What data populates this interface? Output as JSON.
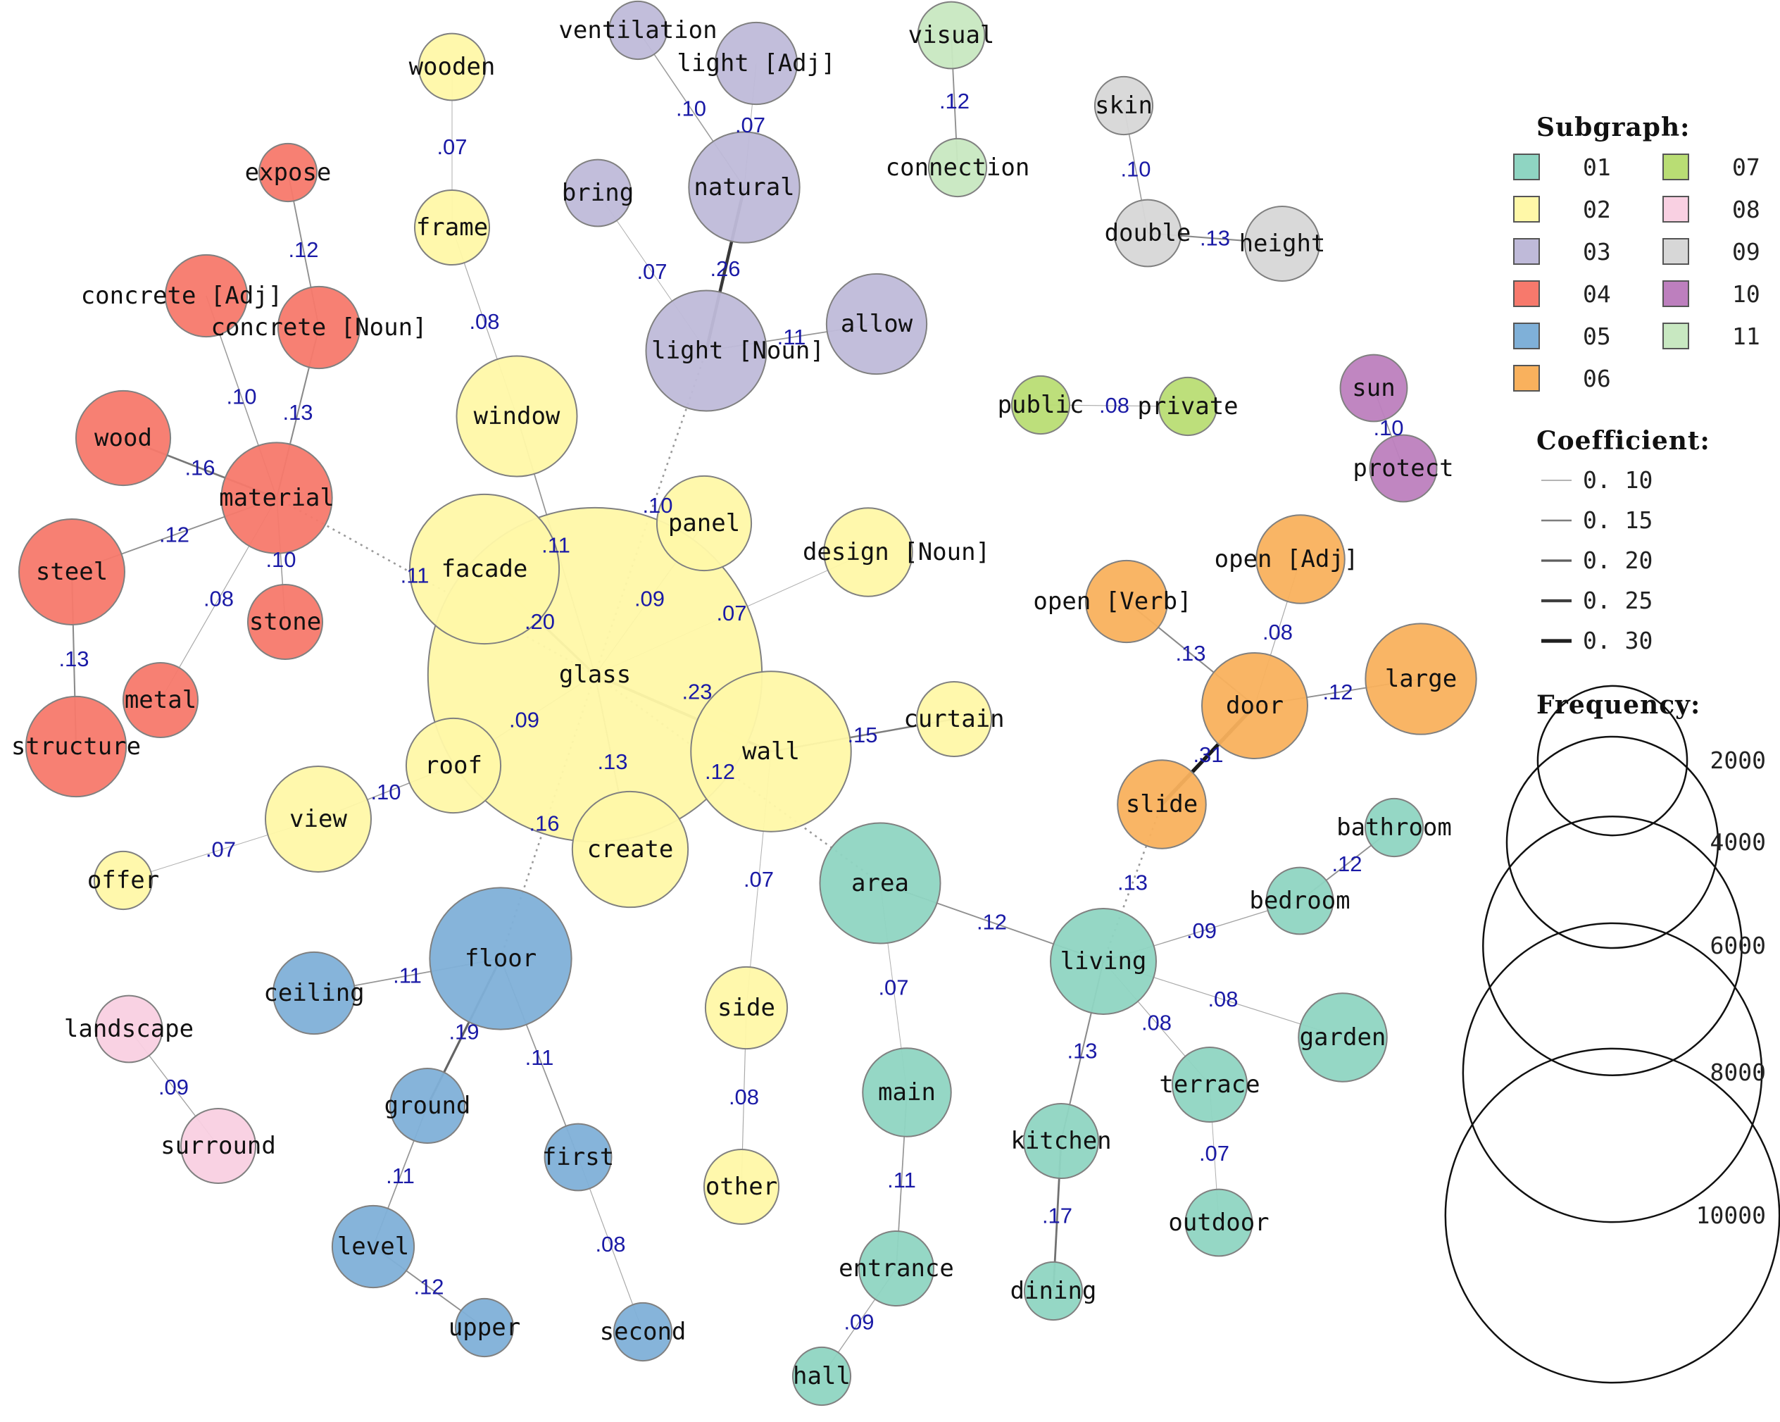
{
  "colors": {
    "01": "#8fd5c2",
    "02": "#fff8a8",
    "03": "#bfbad9",
    "04": "#f7796c",
    "05": "#7fb0d8",
    "06": "#f9b15d",
    "07": "#b9dd74",
    "08": "#f9d0e2",
    "09": "#d7d7d7",
    "10": "#bd7fbe",
    "11": "#c8e8c1"
  },
  "nodes": [
    {
      "id": "glass",
      "label": "glass",
      "group": "02",
      "freq": 10000
    },
    {
      "id": "wall",
      "label": "wall",
      "group": "02",
      "freq": 2300
    },
    {
      "id": "facade",
      "label": "facade",
      "group": "02",
      "freq": 2000
    },
    {
      "id": "window",
      "label": "window",
      "group": "02",
      "freq": 1300
    },
    {
      "id": "wooden",
      "label": "wooden",
      "group": "02",
      "freq": 400
    },
    {
      "id": "frame",
      "label": "frame",
      "group": "02",
      "freq": 500
    },
    {
      "id": "panel",
      "label": "panel",
      "group": "02",
      "freq": 800
    },
    {
      "id": "design_noun",
      "label": "design [Noun]",
      "group": "02",
      "freq": 700
    },
    {
      "id": "curtain",
      "label": "curtain",
      "group": "02",
      "freq": 500
    },
    {
      "id": "roof",
      "label": "roof",
      "group": "02",
      "freq": 800
    },
    {
      "id": "view",
      "label": "view",
      "group": "02",
      "freq": 1000
    },
    {
      "id": "offer",
      "label": "offer",
      "group": "02",
      "freq": 300
    },
    {
      "id": "create",
      "label": "create",
      "group": "02",
      "freq": 1200
    },
    {
      "id": "side",
      "label": "side",
      "group": "02",
      "freq": 600
    },
    {
      "id": "other",
      "label": "other",
      "group": "02",
      "freq": 500
    },
    {
      "id": "ventilation",
      "label": "ventilation",
      "group": "03",
      "freq": 300
    },
    {
      "id": "light_adj",
      "label": "light [Adj]",
      "group": "03",
      "freq": 600
    },
    {
      "id": "natural",
      "label": "natural",
      "group": "03",
      "freq": 1100
    },
    {
      "id": "bring",
      "label": "bring",
      "group": "03",
      "freq": 400
    },
    {
      "id": "light_noun",
      "label": "light [Noun]",
      "group": "03",
      "freq": 1300
    },
    {
      "id": "allow",
      "label": "allow",
      "group": "03",
      "freq": 900
    },
    {
      "id": "expose",
      "label": "expose",
      "group": "04",
      "freq": 300
    },
    {
      "id": "concrete_adj",
      "label": "concrete [Adj]",
      "group": "04",
      "freq": 600
    },
    {
      "id": "concrete_noun",
      "label": "concrete [Noun]",
      "group": "04",
      "freq": 600
    },
    {
      "id": "wood",
      "label": "wood",
      "group": "04",
      "freq": 800
    },
    {
      "id": "material",
      "label": "material",
      "group": "04",
      "freq": 1100
    },
    {
      "id": "steel",
      "label": "steel",
      "group": "04",
      "freq": 1000
    },
    {
      "id": "stone",
      "label": "stone",
      "group": "04",
      "freq": 500
    },
    {
      "id": "metal",
      "label": "metal",
      "group": "04",
      "freq": 500
    },
    {
      "id": "structure",
      "label": "structure",
      "group": "04",
      "freq": 900
    },
    {
      "id": "floor",
      "label": "floor",
      "group": "05",
      "freq": 1800
    },
    {
      "id": "ceiling",
      "label": "ceiling",
      "group": "05",
      "freq": 600
    },
    {
      "id": "ground",
      "label": "ground",
      "group": "05",
      "freq": 500
    },
    {
      "id": "first",
      "label": "first",
      "group": "05",
      "freq": 400
    },
    {
      "id": "level",
      "label": "level",
      "group": "05",
      "freq": 600
    },
    {
      "id": "upper",
      "label": "upper",
      "group": "05",
      "freq": 300
    },
    {
      "id": "second",
      "label": "second",
      "group": "05",
      "freq": 300
    },
    {
      "id": "open_adj",
      "label": "open [Adj]",
      "group": "06",
      "freq": 700
    },
    {
      "id": "open_verb",
      "label": "open [Verb]",
      "group": "06",
      "freq": 600
    },
    {
      "id": "door",
      "label": "door",
      "group": "06",
      "freq": 1000
    },
    {
      "id": "large",
      "label": "large",
      "group": "06",
      "freq": 1100
    },
    {
      "id": "slide",
      "label": "slide",
      "group": "06",
      "freq": 700
    },
    {
      "id": "area",
      "label": "area",
      "group": "01",
      "freq": 1300
    },
    {
      "id": "living",
      "label": "living",
      "group": "01",
      "freq": 1000
    },
    {
      "id": "bathroom",
      "label": "bathroom",
      "group": "01",
      "freq": 300
    },
    {
      "id": "bedroom",
      "label": "bedroom",
      "group": "01",
      "freq": 400
    },
    {
      "id": "garden",
      "label": "garden",
      "group": "01",
      "freq": 700
    },
    {
      "id": "terrace",
      "label": "terrace",
      "group": "01",
      "freq": 500
    },
    {
      "id": "kitchen",
      "label": "kitchen",
      "group": "01",
      "freq": 500
    },
    {
      "id": "outdoor",
      "label": "outdoor",
      "group": "01",
      "freq": 400
    },
    {
      "id": "dining",
      "label": "dining",
      "group": "01",
      "freq": 300
    },
    {
      "id": "main",
      "label": "main",
      "group": "01",
      "freq": 700
    },
    {
      "id": "entrance",
      "label": "entrance",
      "group": "01",
      "freq": 500
    },
    {
      "id": "hall",
      "label": "hall",
      "group": "01",
      "freq": 300
    },
    {
      "id": "visual",
      "label": "visual",
      "group": "11",
      "freq": 400
    },
    {
      "id": "connection",
      "label": "connection",
      "group": "11",
      "freq": 300
    },
    {
      "id": "skin",
      "label": "skin",
      "group": "09",
      "freq": 300
    },
    {
      "id": "double",
      "label": "double",
      "group": "09",
      "freq": 400
    },
    {
      "id": "height",
      "label": "height",
      "group": "09",
      "freq": 500
    },
    {
      "id": "public",
      "label": "public",
      "group": "07",
      "freq": 300
    },
    {
      "id": "private",
      "label": "private",
      "group": "07",
      "freq": 300
    },
    {
      "id": "sun",
      "label": "sun",
      "group": "10",
      "freq": 400
    },
    {
      "id": "protect",
      "label": "protect",
      "group": "10",
      "freq": 400
    },
    {
      "id": "landscape",
      "label": "landscape",
      "group": "08",
      "freq": 400
    },
    {
      "id": "surround",
      "label": "surround",
      "group": "08",
      "freq": 500
    }
  ],
  "edges": [
    {
      "a": "wooden",
      "b": "frame",
      "w": ".07",
      "c": 0.07
    },
    {
      "a": "frame",
      "b": "window",
      "w": ".08",
      "c": 0.08
    },
    {
      "a": "window",
      "b": "glass",
      "w": ".11",
      "c": 0.11
    },
    {
      "a": "facade",
      "b": "glass",
      "w": ".20",
      "c": 0.2
    },
    {
      "a": "panel",
      "b": "glass",
      "w": ".09",
      "c": 0.09
    },
    {
      "a": "design_noun",
      "b": "glass",
      "w": ".07",
      "c": 0.07
    },
    {
      "a": "glass",
      "b": "wall",
      "w": ".23",
      "c": 0.23
    },
    {
      "a": "wall",
      "b": "curtain",
      "w": ".15",
      "c": 0.15
    },
    {
      "a": "glass",
      "b": "roof",
      "w": ".09",
      "c": 0.09
    },
    {
      "a": "roof",
      "b": "view",
      "w": ".10",
      "c": 0.1
    },
    {
      "a": "view",
      "b": "offer",
      "w": ".07",
      "c": 0.07
    },
    {
      "a": "glass",
      "b": "create",
      "w": ".13",
      "c": 0.13
    },
    {
      "a": "wall",
      "b": "side",
      "w": ".07",
      "c": 0.07
    },
    {
      "a": "side",
      "b": "other",
      "w": ".08",
      "c": 0.08
    },
    {
      "a": "ventilation",
      "b": "natural",
      "w": ".10",
      "c": 0.1
    },
    {
      "a": "light_adj",
      "b": "natural",
      "w": ".07",
      "c": 0.07
    },
    {
      "a": "natural",
      "b": "light_noun",
      "w": ".26",
      "c": 0.26
    },
    {
      "a": "bring",
      "b": "light_noun",
      "w": ".07",
      "c": 0.07
    },
    {
      "a": "light_noun",
      "b": "allow",
      "w": ".11",
      "c": 0.11
    },
    {
      "a": "expose",
      "b": "concrete_noun",
      "w": ".12",
      "c": 0.12
    },
    {
      "a": "concrete_noun",
      "b": "material",
      "w": ".13",
      "c": 0.13
    },
    {
      "a": "concrete_adj",
      "b": "material",
      "w": ".10",
      "c": 0.1
    },
    {
      "a": "wood",
      "b": "material",
      "w": ".16",
      "c": 0.16
    },
    {
      "a": "material",
      "b": "steel",
      "w": ".12",
      "c": 0.12
    },
    {
      "a": "material",
      "b": "stone",
      "w": ".10",
      "c": 0.1
    },
    {
      "a": "material",
      "b": "metal",
      "w": ".08",
      "c": 0.08
    },
    {
      "a": "steel",
      "b": "structure",
      "w": ".13",
      "c": 0.13
    },
    {
      "a": "floor",
      "b": "ceiling",
      "w": ".11",
      "c": 0.11
    },
    {
      "a": "floor",
      "b": "ground",
      "w": ".19",
      "c": 0.19
    },
    {
      "a": "floor",
      "b": "first",
      "w": ".11",
      "c": 0.11
    },
    {
      "a": "ground",
      "b": "level",
      "w": ".11",
      "c": 0.11
    },
    {
      "a": "level",
      "b": "upper",
      "w": ".12",
      "c": 0.12
    },
    {
      "a": "first",
      "b": "second",
      "w": ".08",
      "c": 0.08
    },
    {
      "a": "open_adj",
      "b": "door",
      "w": ".08",
      "c": 0.08
    },
    {
      "a": "open_verb",
      "b": "door",
      "w": ".13",
      "c": 0.13
    },
    {
      "a": "door",
      "b": "large",
      "w": ".12",
      "c": 0.12
    },
    {
      "a": "door",
      "b": "slide",
      "w": ".31",
      "c": 0.31
    },
    {
      "a": "area",
      "b": "living",
      "w": ".12",
      "c": 0.12
    },
    {
      "a": "area",
      "b": "main",
      "w": ".07",
      "c": 0.07
    },
    {
      "a": "main",
      "b": "entrance",
      "w": ".11",
      "c": 0.11
    },
    {
      "a": "entrance",
      "b": "hall",
      "w": ".09",
      "c": 0.09
    },
    {
      "a": "living",
      "b": "bedroom",
      "w": ".09",
      "c": 0.09
    },
    {
      "a": "bedroom",
      "b": "bathroom",
      "w": ".12",
      "c": 0.12
    },
    {
      "a": "living",
      "b": "garden",
      "w": ".08",
      "c": 0.08
    },
    {
      "a": "living",
      "b": "terrace",
      "w": ".08",
      "c": 0.08
    },
    {
      "a": "terrace",
      "b": "outdoor",
      "w": ".07",
      "c": 0.07
    },
    {
      "a": "living",
      "b": "kitchen",
      "w": ".13",
      "c": 0.13
    },
    {
      "a": "kitchen",
      "b": "dining",
      "w": ".17",
      "c": 0.17
    },
    {
      "a": "visual",
      "b": "connection",
      "w": ".12",
      "c": 0.12
    },
    {
      "a": "skin",
      "b": "double",
      "w": ".10",
      "c": 0.1
    },
    {
      "a": "double",
      "b": "height",
      "w": ".13",
      "c": 0.13
    },
    {
      "a": "public",
      "b": "private",
      "w": ".08",
      "c": 0.08
    },
    {
      "a": "sun",
      "b": "protect",
      "w": ".10",
      "c": 0.1
    },
    {
      "a": "landscape",
      "b": "surround",
      "w": ".09",
      "c": 0.09
    },
    {
      "a": "glass",
      "b": "material",
      "w": ".11",
      "c": 0.11,
      "dotted": true
    },
    {
      "a": "glass",
      "b": "light_noun",
      "w": ".10",
      "c": 0.1,
      "dotted": true
    },
    {
      "a": "glass",
      "b": "floor",
      "w": ".16",
      "c": 0.16,
      "dotted": true
    },
    {
      "a": "glass",
      "b": "area",
      "w": ".12",
      "c": 0.12,
      "dotted": true
    },
    {
      "a": "slide",
      "b": "living",
      "w": ".13",
      "c": 0.13,
      "dotted": true
    }
  ],
  "legend": {
    "subgraph_title": "Subgraph:",
    "subgraphs": [
      "01",
      "02",
      "03",
      "04",
      "05",
      "06",
      "07",
      "08",
      "09",
      "10",
      "11"
    ],
    "coefficient_title": "Coefficient:",
    "coefficients": [
      "0. 10",
      "0. 15",
      "0. 20",
      "0. 25",
      "0. 30"
    ],
    "coefficient_values": [
      0.1,
      0.15,
      0.2,
      0.25,
      0.3
    ],
    "frequency_title": "Frequency:",
    "frequencies": [
      "2000",
      "4000",
      "6000",
      "8000",
      "10000"
    ],
    "frequency_values": [
      2000,
      4000,
      6000,
      8000,
      10000
    ]
  }
}
